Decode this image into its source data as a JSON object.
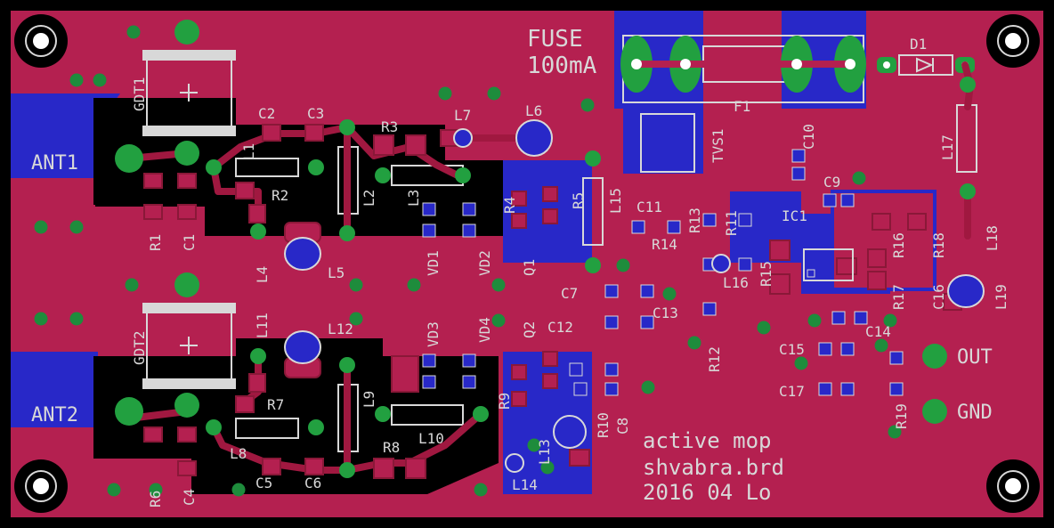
{
  "colors": {
    "background": "#000000",
    "copper_top": "#b42050",
    "copper_bottom": "#2828c8",
    "silk": "#d8d8d8",
    "pad": "#22a040",
    "via": "#1e8c3c",
    "drill": "#ffffff"
  },
  "notes": {
    "fuse": "FUSE",
    "fuse_rating": "100mA",
    "line1": "active mop",
    "line2": "shvabra.brd",
    "line3": "2016 04 Lo"
  },
  "connectors": {
    "ant1": "ANT1",
    "ant2": "ANT2",
    "out": "OUT",
    "gnd": "GND"
  },
  "labels": {
    "gdt1": "GDT1",
    "gdt2": "GDT2",
    "c1": "C1",
    "c2": "C2",
    "c3": "C3",
    "c4": "C4",
    "c5": "C5",
    "c6": "C6",
    "c7": "C7",
    "c8": "C8",
    "c9": "C9",
    "c10": "C10",
    "c11": "C11",
    "c12": "C12",
    "c13": "C13",
    "c14": "C14",
    "c15": "C15",
    "c16": "C16",
    "c17": "C17",
    "r1": "R1",
    "r2": "R2",
    "r3": "R3",
    "r4": "R4",
    "r5": "R5",
    "r6": "R6",
    "r7": "R7",
    "r8": "R8",
    "r9": "R9",
    "r10": "R10",
    "r11": "R11",
    "r12": "R12",
    "r13": "R13",
    "r14": "R14",
    "r15": "R15",
    "r16": "R16",
    "r17": "R17",
    "r18": "R18",
    "r19": "R19",
    "l1": "L1",
    "l2": "L2",
    "l3": "L3",
    "l4": "L4",
    "l5": "L5",
    "l6": "L6",
    "l7": "L7",
    "l8": "L8",
    "l9": "L9",
    "l10": "L10",
    "l11": "L11",
    "l12": "L12",
    "l13": "L13",
    "l14": "L14",
    "l15": "L15",
    "l16": "L16",
    "l17": "L17",
    "l18": "L18",
    "l19": "L19",
    "vd1": "VD1",
    "vd2": "VD2",
    "vd3": "VD3",
    "vd4": "VD4",
    "q1": "Q1",
    "q2": "Q2",
    "ic1": "IC1",
    "d1": "D1",
    "f1": "F1",
    "tvs1": "TVS1"
  }
}
